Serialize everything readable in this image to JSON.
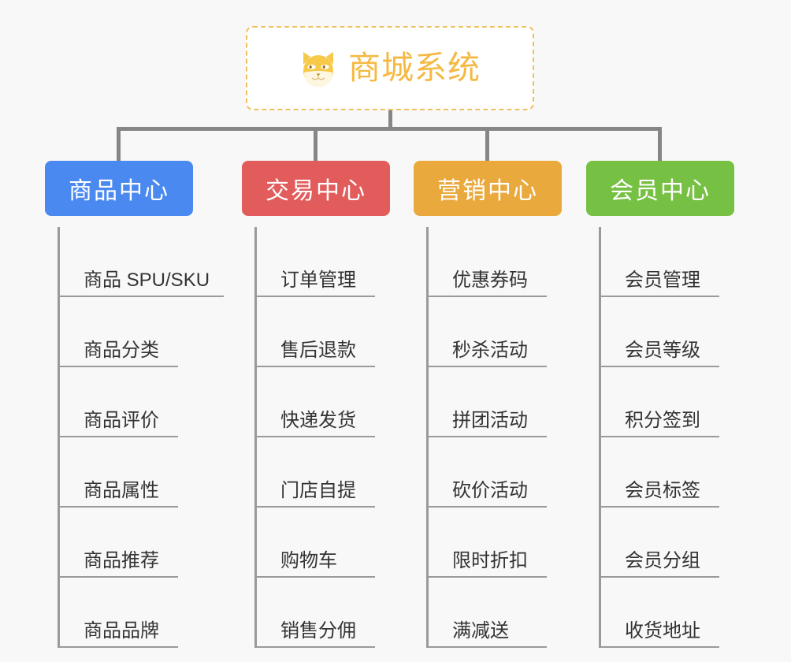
{
  "page": {
    "background_color": "#f8f8f8",
    "root_border_color": "#f0c060",
    "connector_color": "#868686",
    "leaf_line_color": "#9a9a9a",
    "leaf_text_color": "#333333"
  },
  "root": {
    "title": "商城系统",
    "icon": "shiba-dog-icon",
    "title_color": "#f5b942",
    "icon_colors": {
      "head": "#f7c948",
      "muzzle": "#fdf6e0",
      "eye": "#ffffff",
      "nose": "#b8860b"
    }
  },
  "columns": [
    {
      "label": "商品中心",
      "color": "#4a89f0",
      "items": [
        "商品 SPU/SKU",
        "商品分类",
        "商品评价",
        "商品属性",
        "商品推荐",
        "商品品牌"
      ]
    },
    {
      "label": "交易中心",
      "color": "#e25c5c",
      "items": [
        "订单管理",
        "售后退款",
        "快递发货",
        "门店自提",
        "购物车",
        "销售分佣"
      ]
    },
    {
      "label": "营销中心",
      "color": "#eaa93c",
      "items": [
        "优惠券码",
        "秒杀活动",
        "拼团活动",
        "砍价活动",
        "限时折扣",
        "满减送"
      ]
    },
    {
      "label": "会员中心",
      "color": "#76c043",
      "items": [
        "会员管理",
        "会员等级",
        "积分签到",
        "会员标签",
        "会员分组",
        "收货地址"
      ]
    }
  ]
}
